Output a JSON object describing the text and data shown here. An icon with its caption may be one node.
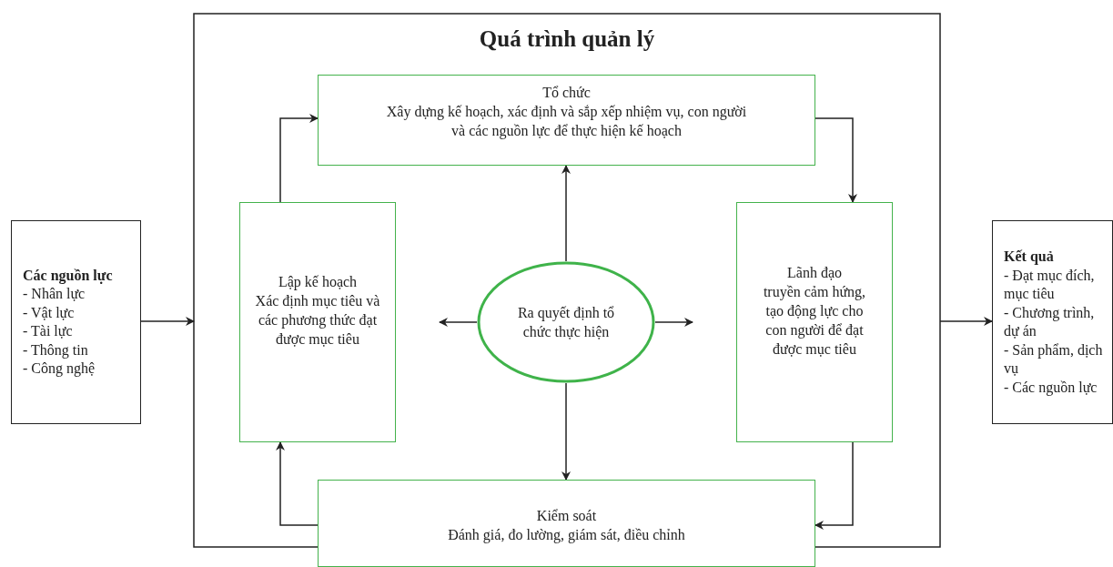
{
  "diagram": {
    "nodes": [
      {
        "text": [
          "Quá trình quản lý"
        ]
      },
      {
        "text": [
          "Tổ chức",
          "Xây dựng kế hoạch, xác định và sắp xếp nhiệm vụ, con người và các nguồn lực để thực hiện kế hoạch"
        ],
        "in": 0
      },
      {
        "text": [
          "Lập kế hoạch",
          "Xác định mục tiêu và các phương thức đạt được mục tiêu"
        ],
        "in": 0
      },
      {
        "text": [
          "Ra quyết định tổ chức thực hiện"
        ],
        "in": 0
      },
      {
        "text": [
          "Lãnh đạo",
          "truyền cảm hứng, tạo động lực cho con người để đạt được mục tiêu"
        ],
        "in": 0
      },
      {
        "text": [
          "Kiểm soát",
          "Đánh giá, đo lường, giám sát, điều chỉnh"
        ]
      },
      {
        "text": [
          "Các nguồn lực",
          "- Nhân lực",
          "- Vật lực",
          "- Tài lực",
          "- Thông tin",
          "- Công nghệ"
        ]
      },
      {
        "text": [
          "Kết quả",
          "- Đạt mục đích, mục tiêu",
          "- Chương trình, dự án",
          "- Sản phẩm, dịch vụ",
          "- Các nguồn lực"
        ]
      }
    ],
    "edges": [
      {
        "from": 6,
        "to": 0,
        "arrow": "to"
      },
      {
        "from": 0,
        "to": 7,
        "arrow": "to"
      },
      {
        "from": 2,
        "to": 1,
        "arrow": "to"
      },
      {
        "from": 1,
        "to": 4,
        "arrow": "to"
      },
      {
        "from": 4,
        "to": 5,
        "arrow": "to"
      },
      {
        "from": 5,
        "to": 2,
        "arrow": "to"
      },
      {
        "from": 3,
        "to": 1,
        "arrow": "to"
      },
      {
        "from": 3,
        "to": 5,
        "arrow": "to"
      },
      {
        "from": 3,
        "to": null,
        "arrow": "to"
      },
      {
        "from": 3,
        "to": null,
        "arrow": "to"
      }
    ]
  }
}
